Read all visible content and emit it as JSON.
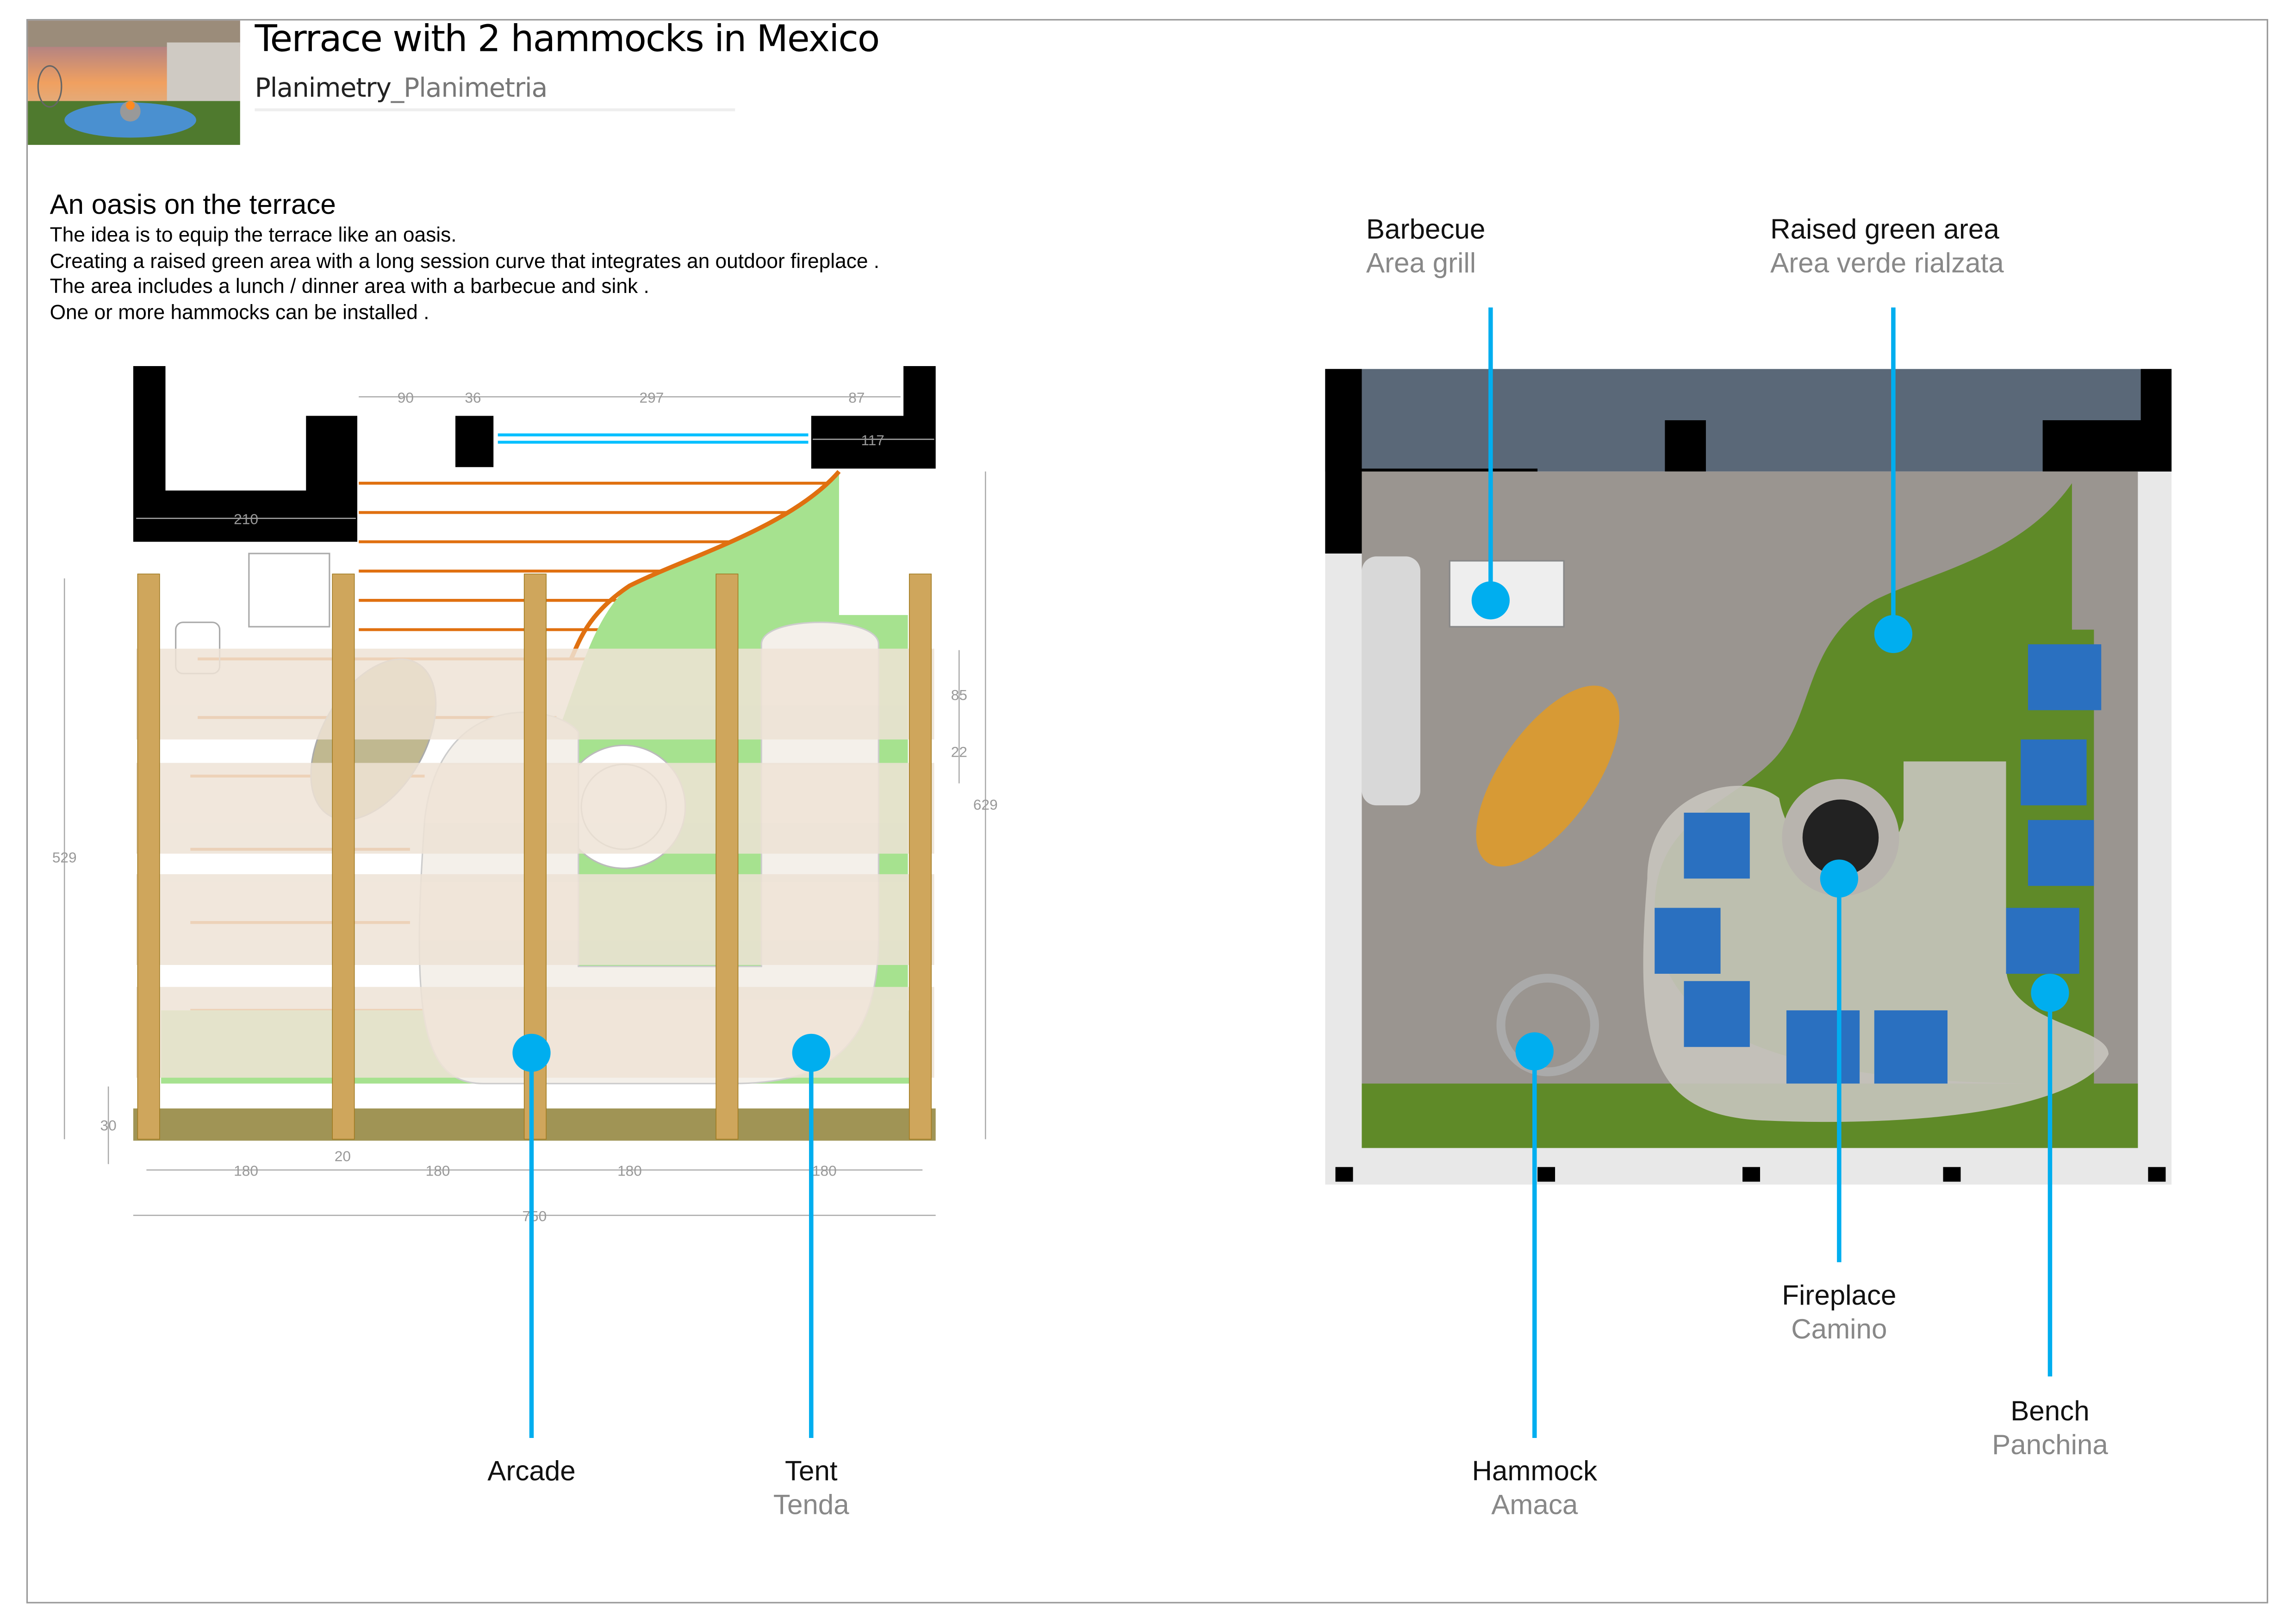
{
  "header": {
    "title": "Terrace with 2 hammocks in Mexico",
    "subtitle_main": "Planimetry",
    "subtitle_sep": "_",
    "subtitle_alt": "Planimetria"
  },
  "description": {
    "heading": "An oasis on the terrace",
    "lines": [
      "The idea is to equip the terrace like an oasis.",
      "Creating a raised green area with a long session curve that integrates an outdoor fireplace .",
      "The area includes a lunch / dinner area with a barbecue and sink .",
      "One or more hammocks can be installed ."
    ]
  },
  "plan_dimensions": {
    "top": [
      "90",
      "36",
      "297",
      "87"
    ],
    "wall": "117",
    "left_block": "210",
    "right_side": [
      "85",
      "22",
      "629"
    ],
    "left_side": "529",
    "base": "30",
    "post_gap": "20",
    "bays": [
      "180",
      "180",
      "180",
      "180"
    ],
    "total": "750"
  },
  "callouts": {
    "arcade": {
      "en": "Arcade"
    },
    "tent": {
      "en": "Tent",
      "it": "Tenda"
    },
    "barbecue": {
      "en": "Barbecue",
      "it": "Area grill"
    },
    "green": {
      "en": "Raised green area",
      "it": "Area verde rialzata"
    },
    "fireplace": {
      "en": "Fireplace",
      "it": "Camino"
    },
    "bench": {
      "en": "Bench",
      "it": "Panchina"
    },
    "hammock": {
      "en": "Hammock",
      "it": "Amaca"
    }
  },
  "colors": {
    "callout": "#00aeef",
    "post": "#cfa65c",
    "deck": "#e07010",
    "grass_plan": "#a6e28f",
    "grass_render": "#5f8a28",
    "wall": "#000000"
  }
}
